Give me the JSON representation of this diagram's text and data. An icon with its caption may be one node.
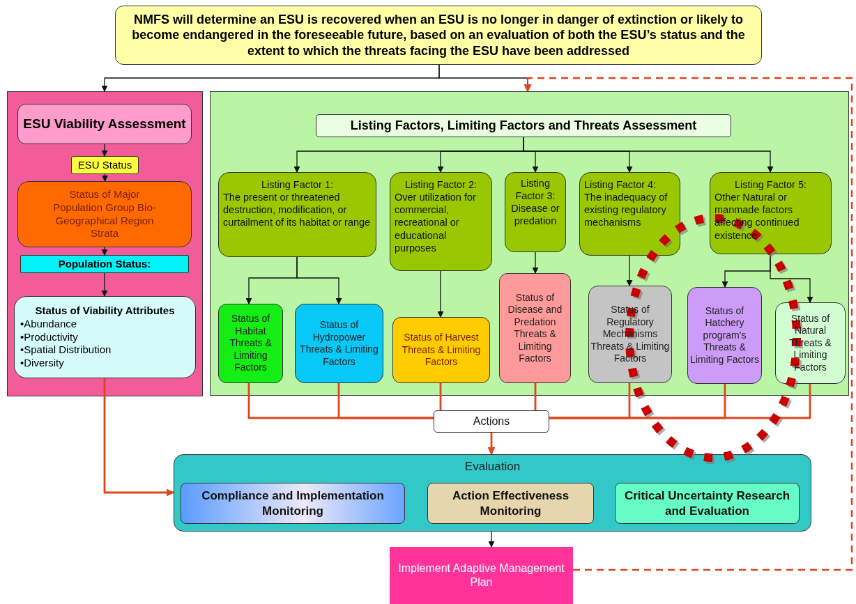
{
  "diagram": {
    "nodes": [
      {
        "text": [
          "NMFS will determine an ESU is recovered when an ESU is no longer in danger of extinction or likely to become endangered in the foreseeable future, based on an evaluation of both the ESU’s status and the extent to which the threats facing the ESU have been addressed"
        ]
      },
      {
        "text": [],
        "shape": "box"
      },
      {
        "text": [
          "ESU Viability Assessment"
        ],
        "in": 1
      },
      {
        "text": [
          "ESU Status"
        ],
        "in": 1
      },
      {
        "text": [
          "Status of Major Population Group Bio-Geographical Region Strata"
        ],
        "in": 1
      },
      {
        "text": [
          "Population Status:"
        ],
        "in": 1
      },
      {
        "text": [
          "Status  of Viability Attributes",
          "•Abundance",
          "•Productivity",
          "•Spatial Distribution",
          "•Diversity"
        ],
        "in": 1
      },
      {
        "text": [],
        "shape": "box"
      },
      {
        "text": [
          "Listing Factors, Limiting Factors and Threats Assessment"
        ],
        "in": 7
      },
      {
        "text": [
          "Listing Factor 1:",
          "The present or threatened destruction, modification, or curtailment of its habitat or range"
        ],
        "in": 7
      },
      {
        "text": [
          "Listing Factor 2:",
          "Over utilization for commercial, recreational or educational purposes"
        ],
        "in": 7
      },
      {
        "text": [
          "Listing Factor 3:",
          "Disease or predation"
        ],
        "in": 7
      },
      {
        "text": [
          "Listing Factor 4:",
          "The inadequacy of existing regulatory mechanisms"
        ],
        "in": 7
      },
      {
        "text": [
          "Listing Factor 5:",
          "Other Natural or manmade factors affecting continued existence"
        ],
        "in": 7
      },
      {
        "text": [
          "Status of Habitat Threats & Limiting Factors"
        ],
        "in": 7
      },
      {
        "text": [
          "Status of Hydropower Threats & Limiting Factors"
        ],
        "in": 7
      },
      {
        "text": [
          "Status of Harvest Threats & Limiting Factors"
        ],
        "in": 7
      },
      {
        "text": [
          "Status of Disease and Predation Threats & Limiting Factors"
        ],
        "in": 7
      },
      {
        "text": [
          "Status of Regulatory Mechanisms Threats & Limiting Factors"
        ],
        "in": 7
      },
      {
        "text": [
          "Status of Hatchery program's Threats & Limiting Factors"
        ],
        "in": 7
      },
      {
        "text": [
          "Status of Natural Threats & Limiting Factors"
        ],
        "in": 7
      },
      {
        "text": [
          "Actions"
        ]
      },
      {
        "text": [
          "Evaluation"
        ]
      },
      {
        "text": [
          "Compliance and Implementation Monitoring"
        ],
        "in": 22
      },
      {
        "text": [
          "Action Effectiveness Monitoring"
        ],
        "in": 22
      },
      {
        "text": [
          "Critical Uncertainty Research and Evaluation"
        ],
        "in": 22
      },
      {
        "text": [
          "Implement Adaptive Management Plan"
        ]
      }
    ],
    "edges": [
      {
        "from": 0,
        "to": 1,
        "arrow": "to"
      },
      {
        "from": 0,
        "to": 7,
        "arrow": "to"
      },
      {
        "from": 2,
        "to": 3,
        "arrow": "to"
      },
      {
        "from": 3,
        "to": 4,
        "arrow": "to"
      },
      {
        "from": 4,
        "to": 5,
        "arrow": "to"
      },
      {
        "from": 5,
        "to": 6,
        "arrow": "to"
      },
      {
        "from": 8,
        "to": 9,
        "arrow": "to"
      },
      {
        "from": 8,
        "to": 10,
        "arrow": "to"
      },
      {
        "from": 8,
        "to": 11,
        "arrow": "to"
      },
      {
        "from": 8,
        "to": 12,
        "arrow": "to"
      },
      {
        "from": 8,
        "to": 13,
        "arrow": "to"
      },
      {
        "from": 9,
        "to": 14,
        "arrow": "to"
      },
      {
        "from": 9,
        "to": 15,
        "arrow": "to"
      },
      {
        "from": 10,
        "to": 16,
        "arrow": "to"
      },
      {
        "from": 11,
        "to": 17,
        "arrow": "to"
      },
      {
        "from": 12,
        "to": 18,
        "arrow": "to"
      },
      {
        "from": 13,
        "to": 19,
        "arrow": "to"
      },
      {
        "from": 13,
        "to": 20,
        "arrow": "to"
      },
      {
        "from": 14,
        "to": 21,
        "arrow": "none",
        "color": "#e0441c"
      },
      {
        "from": 15,
        "to": 21,
        "arrow": "none",
        "color": "#e0441c"
      },
      {
        "from": 16,
        "to": 21,
        "arrow": "none",
        "color": "#e0441c"
      },
      {
        "from": 17,
        "to": 21,
        "arrow": "none",
        "color": "#e0441c"
      },
      {
        "from": 18,
        "to": 21,
        "arrow": "none",
        "color": "#e0441c"
      },
      {
        "from": 19,
        "to": 21,
        "arrow": "none",
        "color": "#e0441c"
      },
      {
        "from": 20,
        "to": 21,
        "arrow": "none",
        "color": "#e0441c"
      },
      {
        "from": 6,
        "to": 22,
        "arrow": "to",
        "color": "#e0441c"
      },
      {
        "from": 21,
        "to": 22,
        "arrow": "to",
        "color": "#e0441c"
      },
      {
        "from": 22,
        "to": 26,
        "arrow": "to"
      },
      {
        "from": 26,
        "to": 7,
        "arrow": "to",
        "style": "dashed",
        "color": "#e0441c"
      }
    ]
  }
}
